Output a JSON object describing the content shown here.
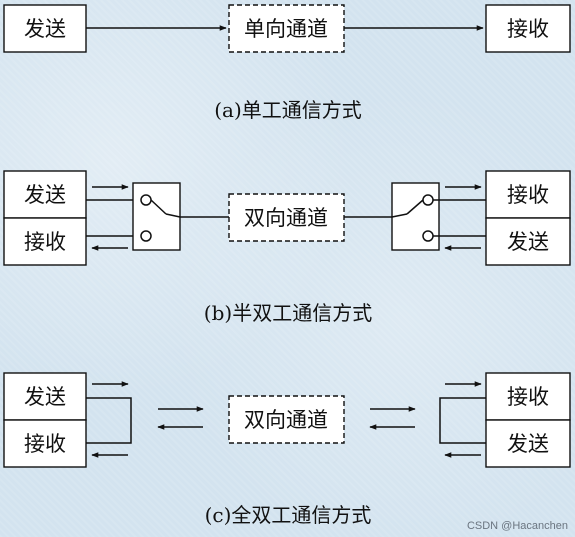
{
  "simplex": {
    "send": "发送",
    "channel": "单向通道",
    "receive": "接收",
    "caption": "(a)单工通信方式"
  },
  "half_duplex": {
    "left_top": "发送",
    "left_bottom": "接收",
    "channel": "双向通道",
    "right_top": "接收",
    "right_bottom": "发送",
    "caption": "(b)半双工通信方式"
  },
  "full_duplex": {
    "left_top": "发送",
    "left_bottom": "接收",
    "channel": "双向通道",
    "right_top": "接收",
    "right_bottom": "发送",
    "caption": "(c)全双工通信方式"
  },
  "watermark": "CSDN @Hacanchen"
}
